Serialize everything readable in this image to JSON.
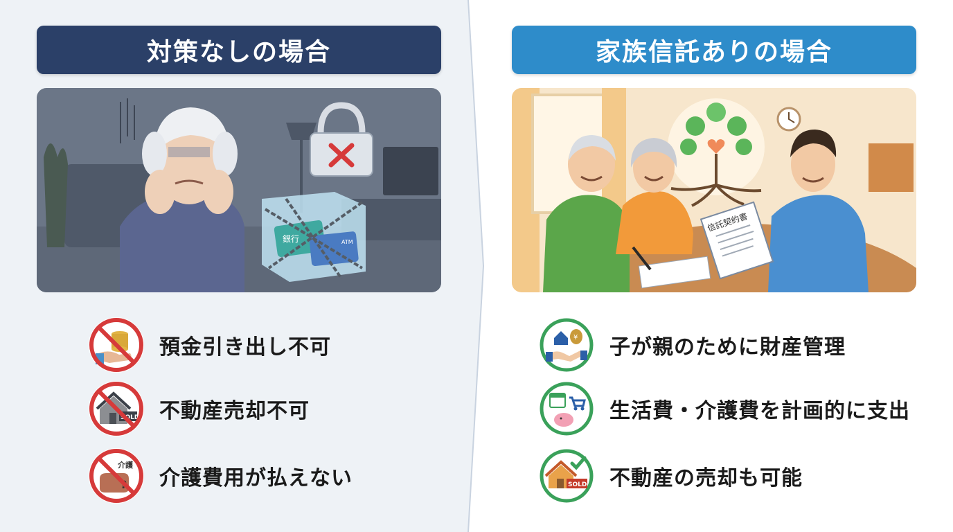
{
  "left": {
    "title": "対策なしの場合",
    "items": [
      {
        "label": "預金引き出し不可",
        "icon": "money-hand-prohibited-icon"
      },
      {
        "label": "不動産売却不可",
        "icon": "house-sold-prohibited-icon"
      },
      {
        "label": "介護費用が払えない",
        "icon": "care-wallet-prohibited-icon",
        "icon_text": "介護"
      }
    ],
    "scene": {
      "card_text_1": "銀行",
      "card_text_2": "ATM"
    }
  },
  "right": {
    "title": "家族信託ありの場合",
    "items": [
      {
        "label": "子が親のために財産管理",
        "icon": "handshake-house-icon"
      },
      {
        "label": "生活費・介護費を計画的に支出",
        "icon": "calendar-cart-piggy-icon"
      },
      {
        "label": "不動産の売却も可能",
        "icon": "house-sold-check-icon",
        "icon_text": "SOLD"
      }
    ],
    "scene": {
      "document_title": "信託契約書"
    }
  },
  "colors": {
    "left_title_bg": "#2b4068",
    "right_title_bg": "#2e8cca",
    "prohibited_red": "#d63a3a",
    "ok_green": "#3aa15a"
  }
}
